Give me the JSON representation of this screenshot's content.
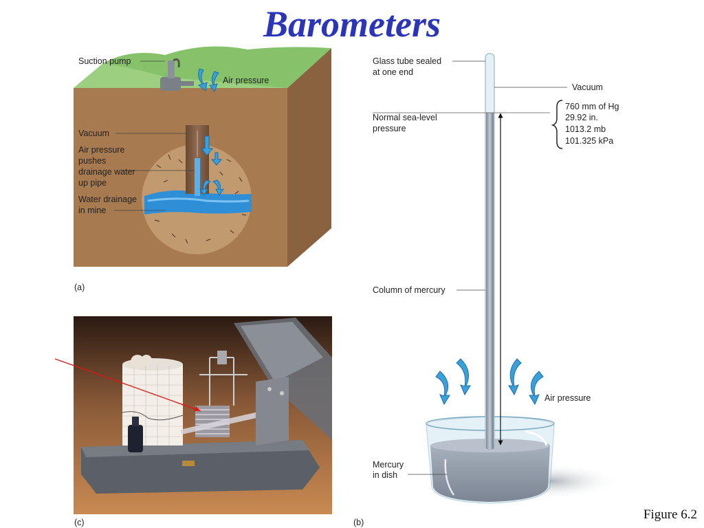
{
  "title": "Barometers",
  "figure_label": "Figure  6.2",
  "panel_a": {
    "caption": "(a)",
    "labels": {
      "suction_pump": "Suction pump",
      "air_pressure": "Air pressure",
      "vacuum": "Vacuum",
      "pushes_1": "Air pressure",
      "pushes_2": "pushes",
      "pushes_3": "drainage water",
      "pushes_4": "up pipe",
      "drain_1": "Water drainage",
      "drain_2": "in mine"
    }
  },
  "panel_b": {
    "caption": "(b)",
    "labels": {
      "glass_1": "Glass tube sealed",
      "glass_2": "at one end",
      "vacuum": "Vacuum",
      "sealevel_1": "Normal sea-level",
      "sealevel_2": "pressure",
      "p1": "760 mm of Hg",
      "p2": "29.92 in.",
      "p3": "1013.2 mb",
      "p4": "101.325 kPa",
      "column": "Column of mercury",
      "air_pressure": "Air pressure",
      "dish_1": "Mercury",
      "dish_2": "in dish"
    }
  },
  "panel_c": {
    "caption": "(c)"
  },
  "colors": {
    "title": "#2b35b8",
    "soil": "#a87a4f",
    "grass": "#86c26a",
    "water": "#2f8fd6",
    "mercury": "#8c97a6"
  }
}
